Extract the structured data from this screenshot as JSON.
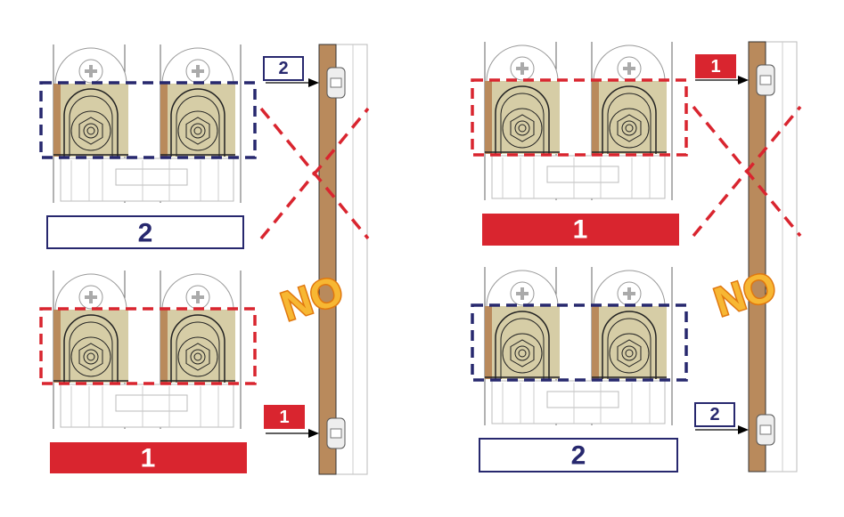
{
  "left_panel": {
    "top_label": "2",
    "bottom_label": "1",
    "door_top_tag": "2",
    "door_bottom_tag": "1",
    "verdict": "NO"
  },
  "right_panel": {
    "top_label": "1",
    "bottom_label": "2",
    "door_top_tag": "1",
    "door_bottom_tag": "2",
    "verdict": "NO"
  },
  "colors": {
    "navy": "#27286e",
    "red": "#d9252f",
    "tan": "#d6cda6",
    "wood": "#b98a5c",
    "no_fill": "#f7b733"
  }
}
